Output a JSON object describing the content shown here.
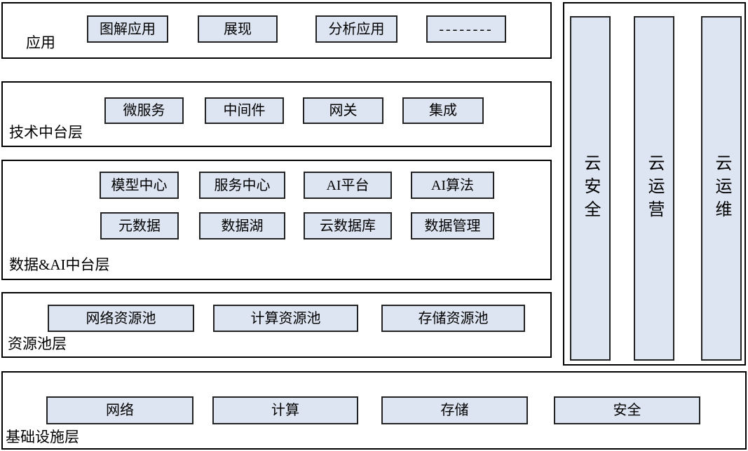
{
  "layers": [
    {
      "label": "应用",
      "boxes": [
        "图解应用",
        "展现",
        "分析应用",
        "--------"
      ]
    },
    {
      "label": "技术中台层",
      "boxes": [
        "微服务",
        "中间件",
        "网关",
        "集成"
      ]
    },
    {
      "label": "数据&AI中台层",
      "rows": [
        [
          "模型中心",
          "服务中心",
          "AI平台",
          "AI算法"
        ],
        [
          "元数据",
          "数据湖",
          "云数据库",
          "数据管理"
        ]
      ]
    },
    {
      "label": "资源池层",
      "boxes": [
        "网络资源池",
        "计算资源池",
        "存储资源池"
      ]
    },
    {
      "label": "基础设施层",
      "boxes": [
        "网络",
        "计算",
        "存储",
        "安全"
      ]
    }
  ],
  "side_bars": [
    "云安全",
    "云运营",
    "云运维"
  ],
  "colors": {
    "box_fill": "#dee5f2",
    "box_border": "#222222",
    "layer_border": "#000000",
    "background": "#ffffff",
    "text": "#000000"
  }
}
